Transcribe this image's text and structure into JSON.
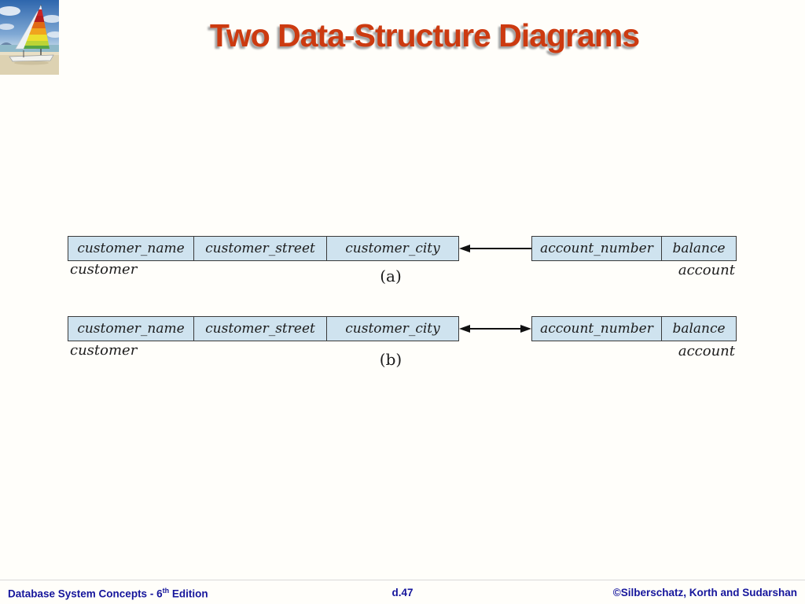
{
  "slide": {
    "title": "Two Data-Structure Diagrams"
  },
  "logo": {
    "icon": "sailboat-beach-photo"
  },
  "diagrams": [
    {
      "caption": "(a)",
      "arrow": "single-left",
      "left_table": {
        "name": "customer",
        "fields": [
          "customer_name",
          "customer_street",
          "customer_city"
        ]
      },
      "right_table": {
        "name": "account",
        "fields": [
          "account_number",
          "balance"
        ]
      }
    },
    {
      "caption": "(b)",
      "arrow": "double-headed",
      "left_table": {
        "name": "customer",
        "fields": [
          "customer_name",
          "customer_street",
          "customer_city"
        ]
      },
      "right_table": {
        "name": "account",
        "fields": [
          "account_number",
          "balance"
        ]
      }
    }
  ],
  "footer": {
    "left_text": "Database System Concepts - 6",
    "left_sup": "th",
    "left_suffix": " Edition",
    "center": "d.47",
    "right": "©Silberschatz, Korth and Sudarshan"
  },
  "colors": {
    "title_red": "#cc3a10",
    "title_shadow": "#a3a3a3",
    "cell_fill": "#cfe3ef",
    "cell_border": "#3a3a3a",
    "footer_navy": "#16169c",
    "arrow_black": "#111111"
  }
}
